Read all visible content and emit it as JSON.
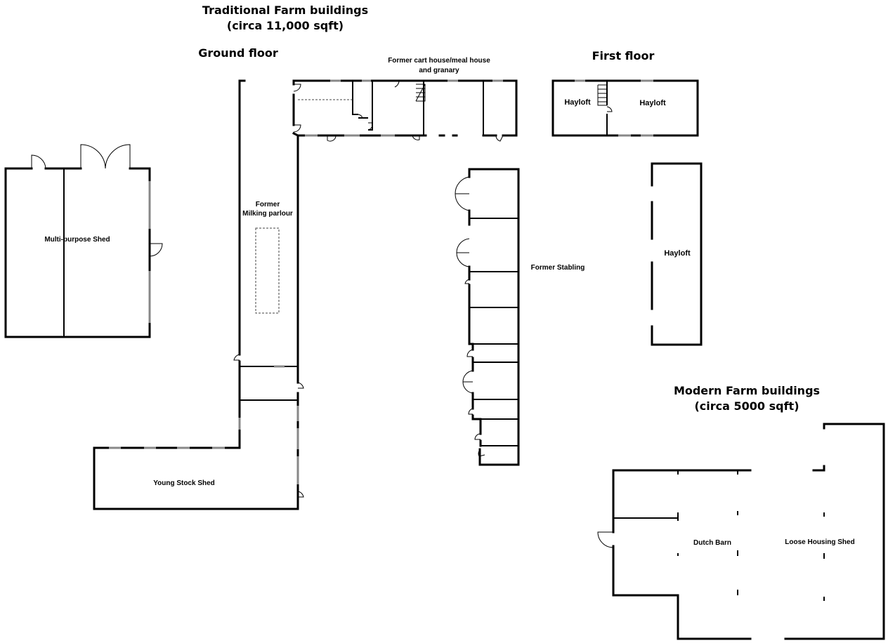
{
  "headings": {
    "traditional_title": "Traditional Farm buildings",
    "traditional_area": "(circa 11,000 sqft)",
    "ground_floor": "Ground floor",
    "first_floor": "First floor",
    "modern_title": "Modern Farm buildings",
    "modern_area": "(circa 5000 sqft)"
  },
  "rooms": {
    "cart_house_line1": "Former cart house/meal house",
    "cart_house_line2": "and granary",
    "hayloft_a": "Hayloft",
    "hayloft_b": "Hayloft",
    "hayloft_c": "Hayloft",
    "multi_purpose_shed": "Multi-purpose Shed",
    "milking_line1": "Former",
    "milking_line2": "Milking parlour",
    "former_stabling": "Former Stabling",
    "young_stock_shed": "Young Stock Shed",
    "dutch_barn": "Dutch Barn",
    "loose_housing_shed": "Loose Housing Shed"
  }
}
